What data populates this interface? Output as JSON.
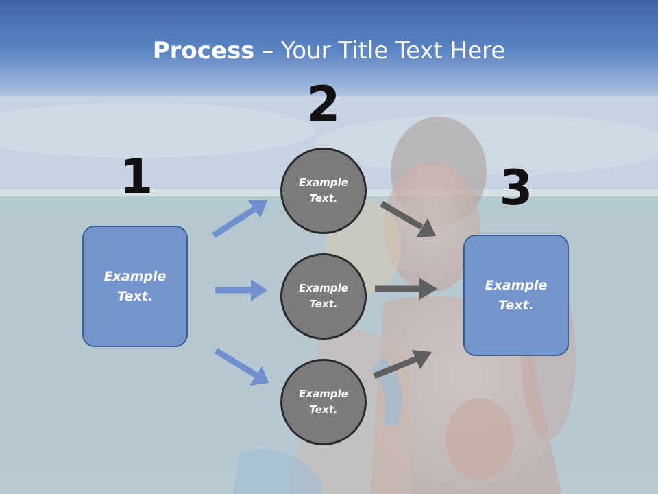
{
  "slide": {
    "title_bold": "Process",
    "title_rest": " – Your Title Text Here"
  },
  "steps": {
    "step1_number": "1",
    "step2_number": "2",
    "step3_number": "3"
  },
  "boxes": {
    "left": {
      "line1": "Example",
      "line2": "Text."
    },
    "right": {
      "line1": "Example",
      "line2": "Text."
    }
  },
  "circles": [
    {
      "line1": "Example",
      "line2": "Text."
    },
    {
      "line1": "Example",
      "line2": "Text."
    },
    {
      "line1": "Example",
      "line2": "Text."
    }
  ],
  "colors": {
    "box_fill": "#7394cc",
    "box_border": "#3d5f93",
    "circle_fill": "#7b7b7b",
    "circle_border": "#2b2b2b",
    "blue_arrow": "#6f8fcf",
    "gray_arrow": "#5f5f5f",
    "title_band": "#4f77bb"
  }
}
